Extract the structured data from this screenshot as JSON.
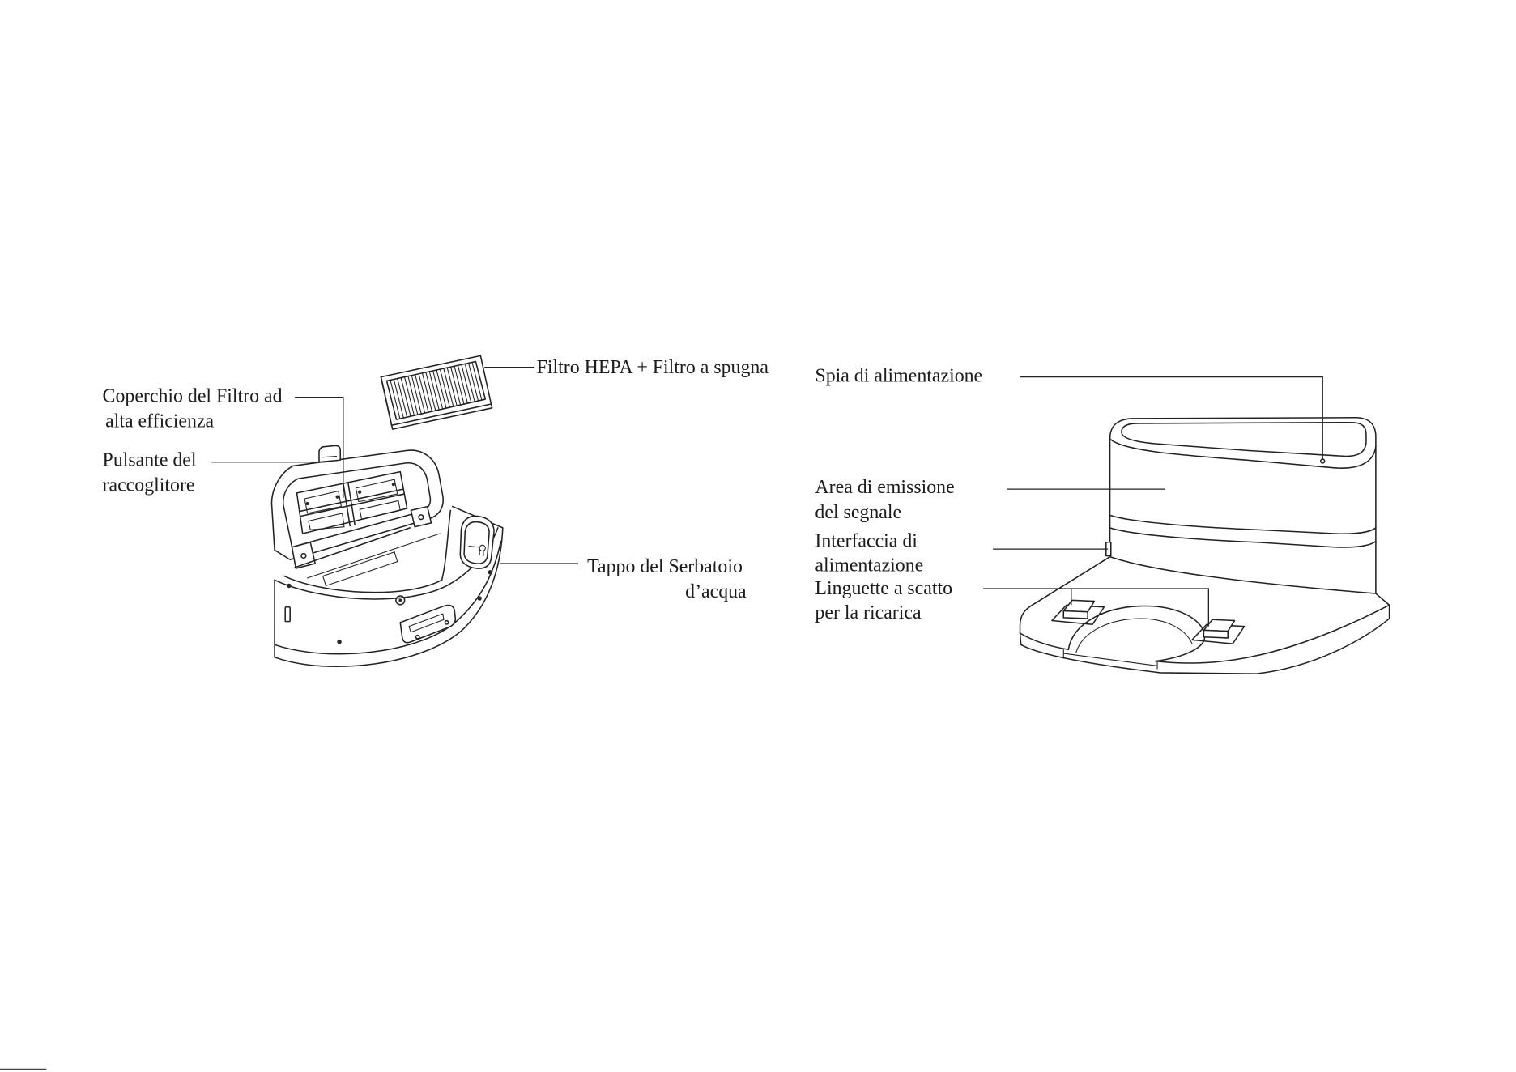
{
  "figure_left": {
    "hepa_filter_label": "Filtro HEPA + Filtro a spugna",
    "filter_cover_label": [
      "Coperchio del Filtro ad",
      "alta efficienza"
    ],
    "bin_button_label": [
      "Pulsante del",
      "raccoglitore"
    ],
    "water_tank_cap_label": [
      "Tappo del Serbatoio",
      "d’acqua"
    ]
  },
  "figure_right": {
    "power_indicator_label": "Spia di alimentazione",
    "signal_area_label": [
      "Area di emissione",
      "del segnale"
    ],
    "power_interface_label": [
      "Interfaccia di",
      "alimentazione"
    ],
    "charging_contacts_label": [
      "Linguette a scatto",
      "per la ricarica"
    ]
  }
}
